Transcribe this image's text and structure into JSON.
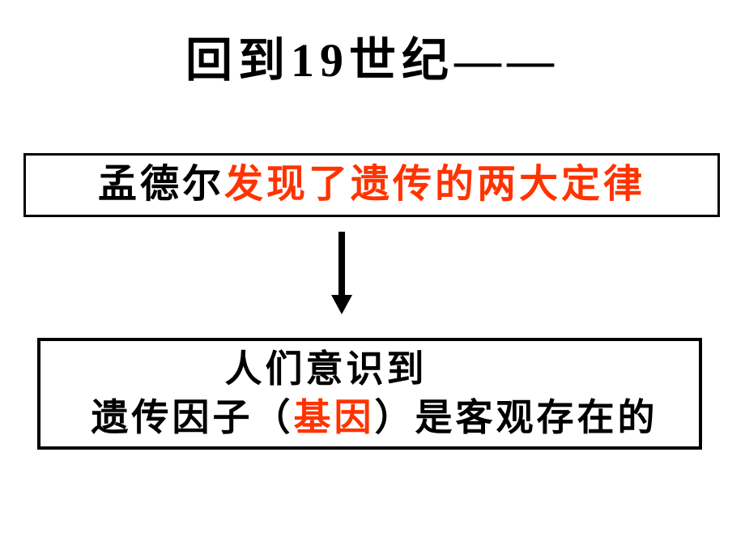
{
  "slide": {
    "title": "回到19世纪——",
    "boxes": {
      "mendel": {
        "segments": {
          "black": "孟德尔",
          "red": "发现了遗传的两大定律"
        }
      },
      "realize": {
        "line1": "人们意识到",
        "line2_segments": {
          "before": "遗传因子（",
          "red": "基因",
          "after": "）是客观存在的"
        }
      }
    },
    "arrow": {
      "direction": "down",
      "color": "#000000"
    },
    "colors": {
      "background": "#FFFFFF",
      "text": "#000000",
      "accent": "#FF3300",
      "box_border": "#000000"
    }
  }
}
